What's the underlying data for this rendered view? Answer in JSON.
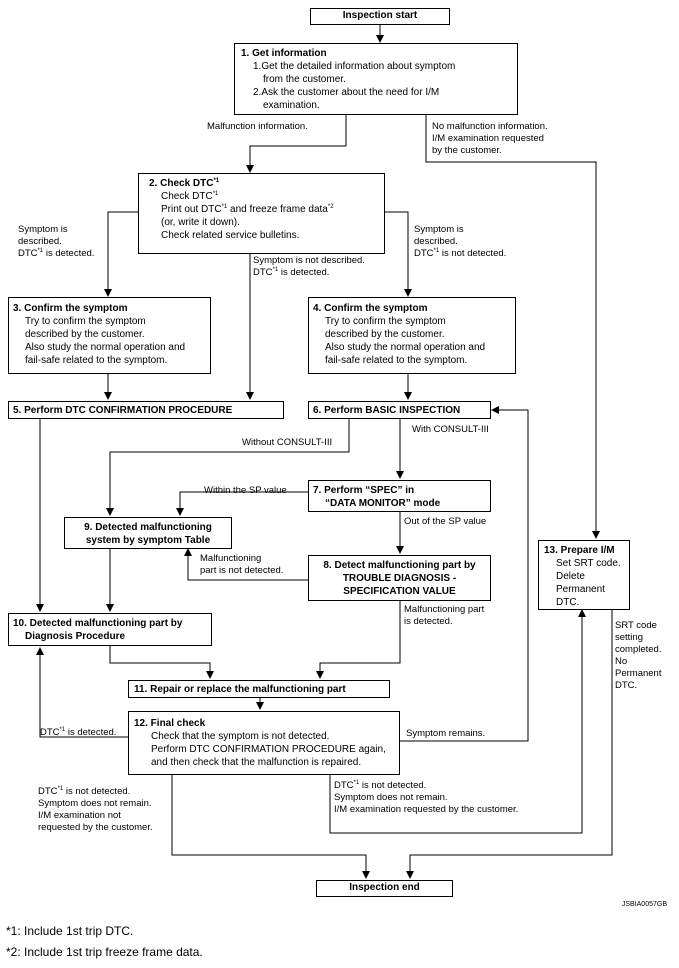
{
  "boxes": {
    "start": "Inspection start",
    "b1": {
      "title": "1. Get information",
      "lines": [
        "1.Get the detailed information about symptom",
        "from the customer.",
        "2.Ask the customer about the need for I/M",
        "examination."
      ]
    },
    "b2": {
      "title": "2. Check DTC",
      "title_sup": "*1",
      "l1": "Check DTC",
      "l1_sup": "*1",
      "l2a": "Print out DTC",
      "l2_sup1": "*1",
      "l2b": " and freeze frame data",
      "l2_sup2": "*2",
      "l3": "(or, write it down).",
      "l4": "Check related service bulletins."
    },
    "b3": {
      "title": "3. Confirm the symptom",
      "lines": [
        "Try to confirm the symptom",
        "described by the customer.",
        "Also study the normal operation and",
        "fail-safe related to the symptom."
      ]
    },
    "b4": {
      "title": "4. Confirm the symptom",
      "lines": [
        "Try to confirm the symptom",
        "described by the customer.",
        "Also study the normal operation and",
        "fail-safe related to the symptom."
      ]
    },
    "b5": "5. Perform DTC CONFIRMATION PROCEDURE",
    "b6": "6. Perform BASIC INSPECTION",
    "b7": {
      "l1": "7. Perform “SPEC” in",
      "l2": "“DATA MONITOR” mode"
    },
    "b8": {
      "l1": "8. Detect malfunctioning part by",
      "l2": "TROUBLE DIAGNOSIS -",
      "l3": "SPECIFICATION VALUE"
    },
    "b9": {
      "l1": "9. Detected malfunctioning",
      "l2": "system by symptom Table"
    },
    "b10": {
      "l1": "10. Detected malfunctioning part by",
      "l2": "Diagnosis Procedure"
    },
    "b11": "11. Repair or replace the malfunctioning part",
    "b12": {
      "title": "12. Final check",
      "lines": [
        "Check that the symptom is not detected.",
        "Perform DTC CONFIRMATION PROCEDURE again,",
        "and then check that the malfunction is repaired."
      ]
    },
    "b13": {
      "title": "13. Prepare I/M",
      "lines": [
        "Set SRT code.",
        "Delete",
        "Permanent",
        "DTC."
      ]
    },
    "end": "Inspection end"
  },
  "labels": {
    "malfunction_info": "Malfunction information.",
    "no_malfunction": [
      "No malfunction information.",
      "I/M examination requested",
      "by the customer."
    ],
    "sym_desc_left": {
      "l1": "Symptom is",
      "l2": "described.",
      "l3a": "DTC",
      "l3_sup": "*1",
      "l3b": " is detected."
    },
    "sym_desc_right": {
      "l1": "Symptom is",
      "l2": "described.",
      "l3a": "DTC",
      "l3_sup": "*1",
      "l3b": " is not detected."
    },
    "sym_not_desc": {
      "l1": "Symptom is not described.",
      "l2a": "DTC",
      "l2_sup": "*1",
      "l2b": " is detected."
    },
    "without_consult": "Without CONSULT-III",
    "with_consult": "With CONSULT-III",
    "within_sp": "Within the SP value",
    "out_sp": "Out of the SP value",
    "mal_not_detected": [
      "Malfunctioning",
      "part is not detected."
    ],
    "mal_detected": [
      "Malfunctioning part",
      "is detected."
    ],
    "dtc_detected": {
      "a": "DTC",
      "sup": "*1",
      "b": " is detected."
    },
    "symptom_remains": "Symptom remains.",
    "srt": [
      "SRT code",
      "setting",
      "completed.",
      "No",
      "Permanent",
      "DTC."
    ],
    "bottom_left": {
      "a": "DTC",
      "sup": "*1",
      "b": " is not detected.",
      "lines": [
        "Symptom does not remain.",
        "I/M examination not",
        "requested by the customer."
      ]
    },
    "bottom_mid": {
      "a": "DTC",
      "sup": "*1",
      "b": " is not detected.",
      "lines": [
        "Symptom does not remain.",
        "I/M examination requested by the customer."
      ]
    }
  },
  "code": "JSBIA0057GB",
  "footnotes": [
    "*1: Include 1st trip DTC.",
    "*2: Include 1st trip freeze frame data."
  ]
}
